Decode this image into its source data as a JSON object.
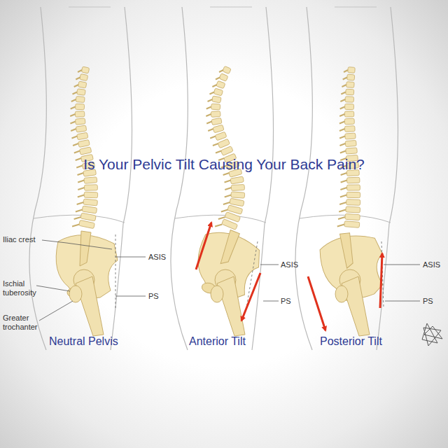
{
  "diagram": {
    "title": "Is Your Pelvic Tilt Causing Your Back Pain?",
    "labels": [
      "Iliac crest",
      "ASIS",
      "Ischial tuberosity",
      "PS",
      "Greater trochanter",
      "Neutral Pelvis",
      "ASIS",
      "PS",
      "Anterior Tilt",
      "ASIS",
      "PS",
      "Posterior Tilt"
    ]
  }
}
